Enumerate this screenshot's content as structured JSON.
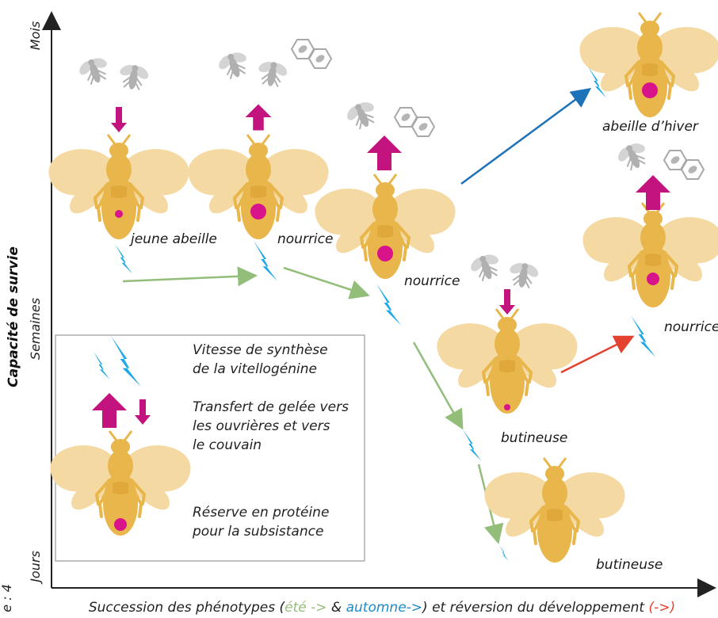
{
  "y_axis": {
    "title": "Capacité de survie",
    "ticks": [
      "Mois",
      "Semaines",
      "Jours"
    ]
  },
  "x_axis": {
    "title_parts": {
      "prefix": "Succession des phénotypes (",
      "ete": "été ->",
      "amp": " & ",
      "automne": "automne->",
      "middle": ") et réversion du développement ",
      "reversion": "(->)"
    }
  },
  "margin_text": "e : 4",
  "bees": {
    "jeune_abeille": "jeune abeille",
    "nourrice_1": "nourrice",
    "nourrice_2": "nourrice",
    "abeille_hiver": "abeille d’hiver",
    "nourrice_3": "nourrice",
    "butineuse_1": "butineuse",
    "butineuse_2": "butineuse"
  },
  "legend": {
    "vitellogenine": [
      "Vitesse de synthèse",
      "de la vitellogénine"
    ],
    "transfert": [
      "Transfert de gelée vers",
      "les ouvrières et vers",
      "le couvain"
    ],
    "reserve": [
      "Réserve en protéine",
      "pour la subsistance"
    ]
  },
  "colors": {
    "bee_body": "#E8B64A",
    "bee_wing": "#F4D9A2",
    "protein_dot": "#D9148A",
    "transfer_arrow": "#C2137F",
    "lightning": "#1FA8E6",
    "ete_arrow": "#93BE7A",
    "automne_arrow": "#1E72B8",
    "reversion_arrow": "#E4412E",
    "grey_icon": "#B9B9B9"
  }
}
